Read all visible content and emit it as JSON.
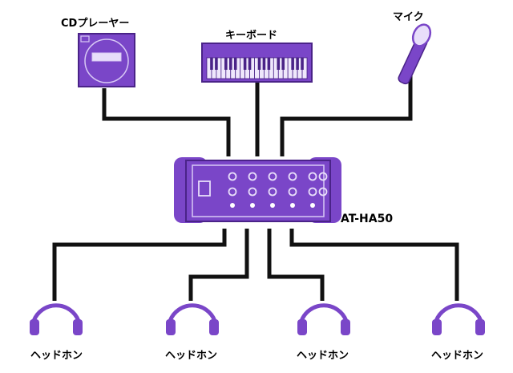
{
  "labels": {
    "cd_player": "CDプレーヤー",
    "keyboard": "キーボード",
    "mic": "マイク",
    "model": "AT-HA50",
    "headphones": [
      "ヘッドホン",
      "ヘッドホン",
      "ヘッドホン",
      "ヘッドホン"
    ]
  },
  "colors": {
    "device": "#7a46c8",
    "device_dark": "#5a2f9e",
    "device_light": "#c8b2f0",
    "cable": "#111111"
  }
}
